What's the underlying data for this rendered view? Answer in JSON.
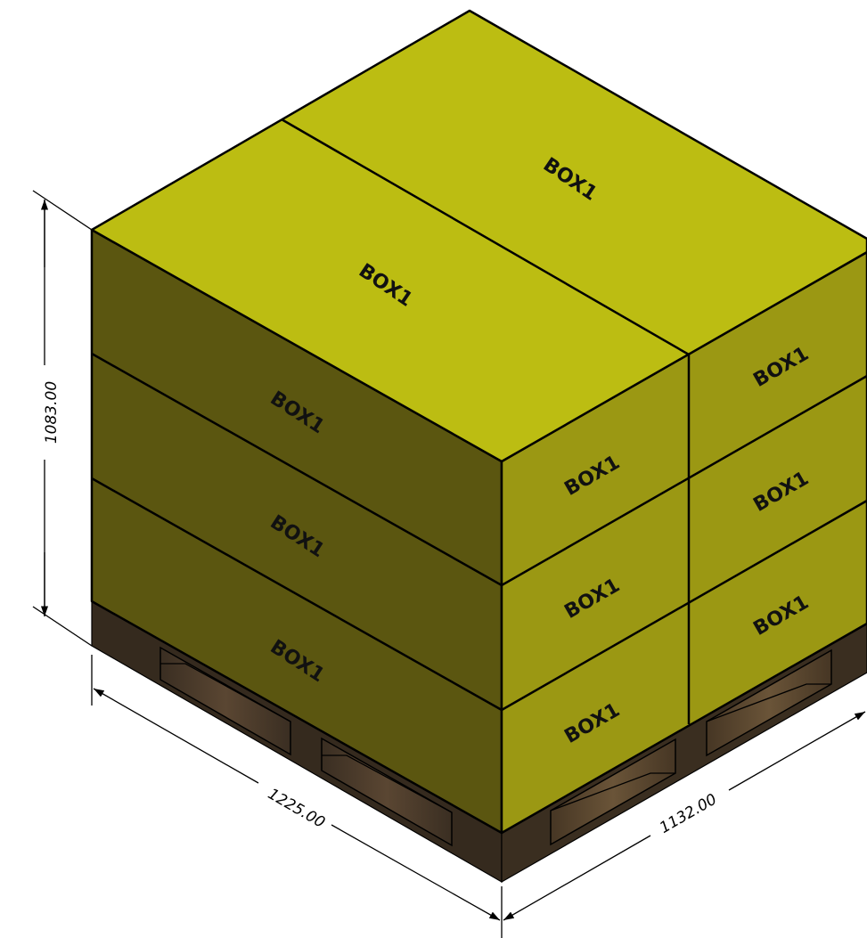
{
  "diagram": {
    "box_label": "BOX1",
    "colors": {
      "box_top": "#bcbd12",
      "box_left": "#5b5610",
      "box_right": "#9b9813",
      "pallet_dark": "#352a1e",
      "pallet_wood": "#6a5438"
    },
    "labels": {
      "top_front": "BOX1",
      "top_back": "BOX1",
      "left_upper": "BOX1",
      "left_middle": "BOX1",
      "left_lower": "BOX1",
      "right_front_upper": "BOX1",
      "right_front_middle": "BOX1",
      "right_front_lower": "BOX1",
      "right_back_upper": "BOX1",
      "right_back_middle": "BOX1",
      "right_back_lower": "BOX1"
    },
    "dimensions": {
      "height": "1083.00",
      "length": "1225.00",
      "width": "1132.00"
    }
  }
}
